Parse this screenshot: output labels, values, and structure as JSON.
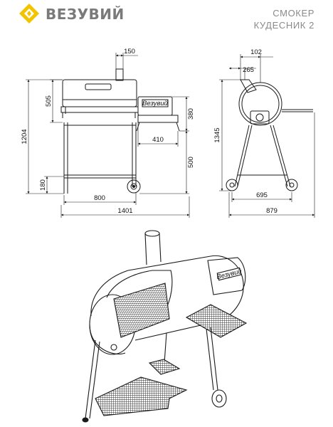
{
  "brand": {
    "name": "ВЕЗУВИЙ",
    "logo_color": "#F2C400",
    "name_color": "#7A7A7A"
  },
  "title": {
    "line1": "СМОКЕР",
    "line2": "КУДЕСНИК 2"
  },
  "front_view": {
    "dims": {
      "chimney_width": "150",
      "chamber_height": "505",
      "firebox_height": "380",
      "total_height": "1204",
      "firebox_length": "410",
      "shelf_height": "500",
      "bottom_clearance": "180",
      "cart_length": "800",
      "total_length": "1401"
    },
    "firebox_label": "Везувий"
  },
  "side_view": {
    "dims": {
      "chimney_offset": "102",
      "chimney_diameter": "265",
      "total_height": "1345",
      "wheel_base": "695",
      "total_depth": "879"
    }
  },
  "perspective_view": {
    "firebox_label": "Везувий"
  },
  "colors": {
    "line": "#1A1A1A",
    "grate": "#3A3A3A",
    "gray_text": "#8A8A8A"
  }
}
